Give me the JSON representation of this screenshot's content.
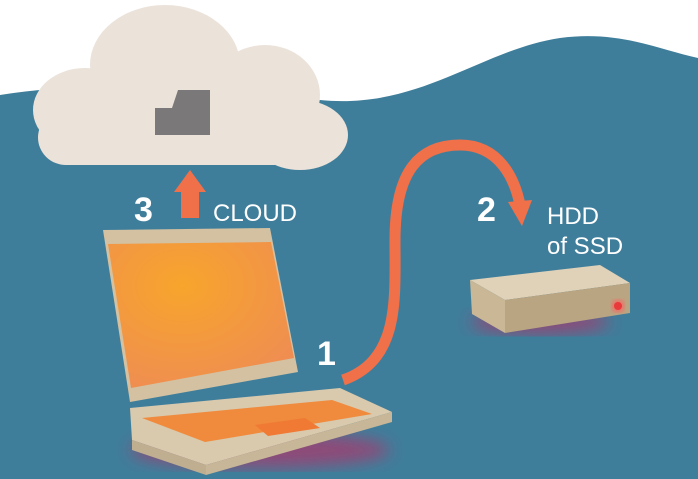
{
  "steps": [
    {
      "number": "3",
      "label": "CLOUD"
    },
    {
      "number": "2",
      "label_line1": "HDD",
      "label_line2": "of SSD"
    },
    {
      "number": "1"
    }
  ],
  "colors": {
    "background": "#3f7e9b",
    "arrow": "#f0704a",
    "screen": "#f49a3c",
    "device": "#d8c8ac",
    "cloud": "#ebe2da",
    "folder": "#7a7878",
    "led": "#e83a3a"
  },
  "icons": [
    "cloud-icon",
    "folder-icon",
    "laptop-icon",
    "drive-icon",
    "arrow-up-icon",
    "curved-arrow-icon"
  ]
}
